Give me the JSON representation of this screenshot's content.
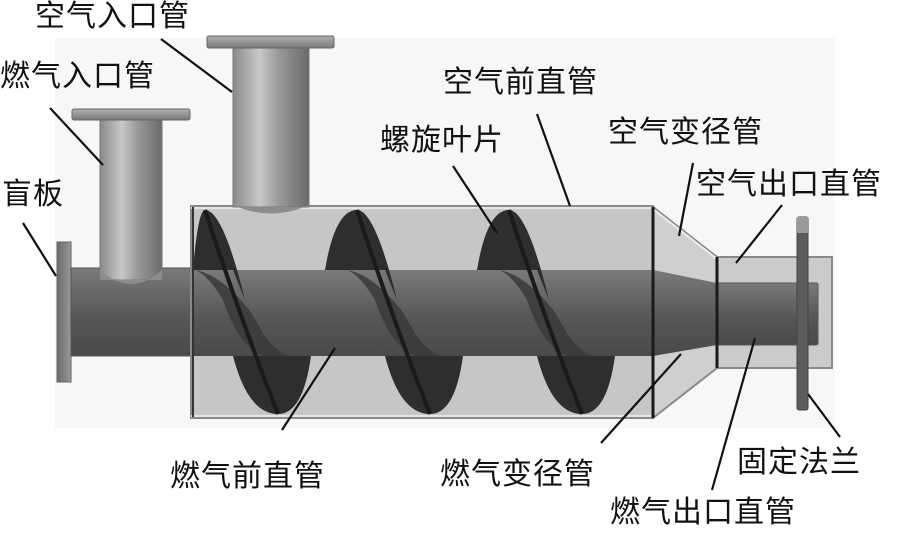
{
  "title": "Burner helical mixer assembly",
  "labels": {
    "air_inlet_pipe": "空气入口管",
    "gas_inlet_pipe": "燃气入口管",
    "blind_plate": "盲板",
    "air_front_straight_pipe": "空气前直管",
    "helical_blade": "螺旋叶片",
    "air_reducer_pipe": "空气变径管",
    "air_outlet_straight_pipe": "空气出口直管",
    "gas_front_straight_pipe": "燃气前直管",
    "gas_reducer_pipe": "燃气变径管",
    "fixed_flange": "固定法兰",
    "gas_outlet_straight_pipe": "燃气出口直管"
  },
  "colors": {
    "shell": "#c4c4c4",
    "shell_edge": "#8a8a8a",
    "inner_pipe": "#5e5e5e",
    "blade": "#2e2e2e",
    "flange": "#8c8c8c",
    "leader": "#111111"
  },
  "helix_turns": 3
}
